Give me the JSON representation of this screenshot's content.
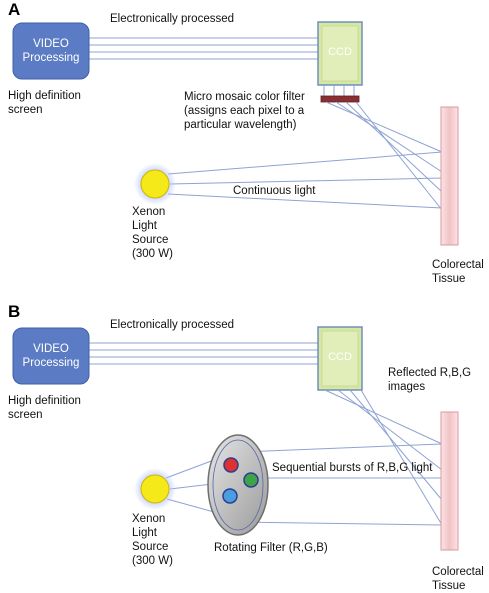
{
  "panel_a": {
    "letter": "A",
    "video_box": "VIDEO\nProcessing",
    "screen_label": "High definition\nscreen",
    "electronic_label": "Electronically processed",
    "ccd_label": "CCD",
    "filter_label": "Micro mosaic color filter\n(assigns each pixel to a\nparticular wavelength)",
    "light_label": "Continuous light",
    "source_label": "Xenon\nLight\nSource\n(300 W)",
    "tissue_label": "Colorectal\nTissue"
  },
  "panel_b": {
    "letter": "B",
    "video_box": "VIDEO\nProcessing",
    "screen_label": "High definition\nscreen",
    "electronic_label": "Electronically processed",
    "ccd_label": "CCD",
    "reflected_label": "Reflected R,B,G\nimages",
    "bursts_label": "Sequential bursts of R,B,G light",
    "source_label": "Xenon\nLight\nSource\n(300 W)",
    "filter_label": "Rotating Filter (R,G,B)",
    "tissue_label": "Colorectal\nTissue"
  },
  "colors": {
    "video_box": "#5b7cc4",
    "ccd": "#d6e7a5",
    "tissue": "#f7d6d8",
    "xenon": "#f5e91a",
    "lines": "#8ea3d4",
    "filter_strip": "#8c2f33",
    "red_filter": "#e03030",
    "green_filter": "#3fa34a",
    "blue_filter": "#4a9de0"
  }
}
